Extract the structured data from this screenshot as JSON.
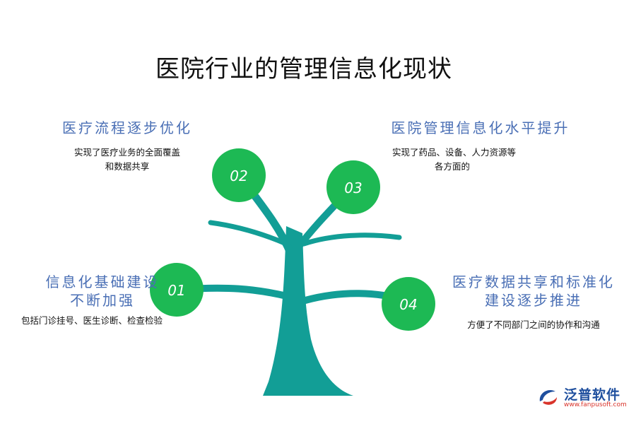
{
  "title": "医院行业的管理信息化现状",
  "nodes": [
    {
      "num": "01",
      "title_lines": [
        "信息化基础建设",
        "不断加强"
      ],
      "desc_lines": [
        "包括门诊挂号、医生诊断、检查检验"
      ]
    },
    {
      "num": "02",
      "title_lines": [
        "医疗流程逐步优化"
      ],
      "desc_lines": [
        "实现了医疗业务的全面覆盖",
        "和数据共享"
      ]
    },
    {
      "num": "03",
      "title_lines": [
        "医院管理信息化水平提升"
      ],
      "desc_lines": [
        "实现了药品、设备、人力资源等",
        "各方面的"
      ]
    },
    {
      "num": "04",
      "title_lines": [
        "医疗数据共享和标准化",
        "建设逐步推进"
      ],
      "desc_lines": [
        "方便了不同部门之间的协作和沟通"
      ]
    }
  ],
  "colors": {
    "trunk": "#129e96",
    "node": "#1db954",
    "title_text": "#4a6fb5",
    "logo_brand": "#1f4f9e",
    "logo_url": "#d9342b"
  },
  "logo": {
    "brand": "泛普软件",
    "url": "www.fanpusoft.com",
    "icon": "fanpu-logo-icon"
  }
}
